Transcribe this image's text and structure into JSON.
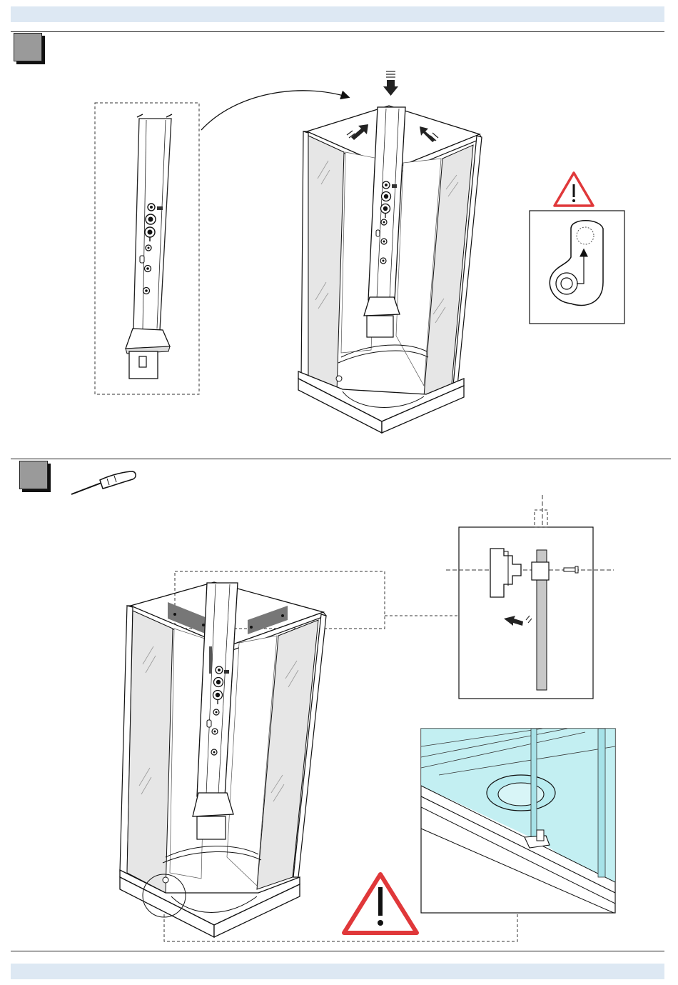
{
  "page": {
    "header_band_color": "#dde8f3",
    "footer_band_color": "#dde8f3"
  },
  "step_1": {
    "marker_icon": "step-square-icon",
    "panel_illustration": "shower-column-panel",
    "cabin_illustration": "corner-shower-cabin-column-insert",
    "warning_icon": "warning-triangle-icon",
    "detail_illustration": "rotating-latch-detail"
  },
  "step_2": {
    "marker_icon": "step-square-icon",
    "tool_icon": "screwdriver-icon",
    "cabin_illustration": "corner-shower-cabin-assembled",
    "detail_top_illustration": "clip-screw-panel-joint",
    "detail_bottom_illustration": "tray-drain-corner-close-up",
    "warning_icon": "warning-triangle-icon",
    "accent_color": "#e0383a",
    "glass_tint_color": "#b9ecf0"
  }
}
